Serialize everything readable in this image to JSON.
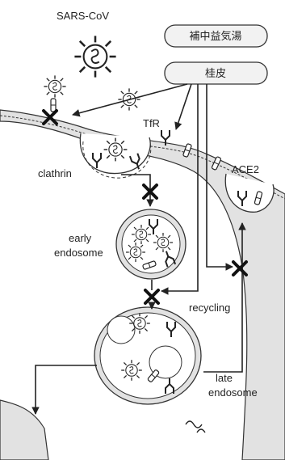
{
  "figure": {
    "labels": {
      "virus": "SARS-CoV",
      "tfr": "TfR",
      "clathrin": "clathrin",
      "ace2": "ACE2",
      "early_endosome": [
        "early",
        "endosome"
      ],
      "recycling": "recycling",
      "late_endosome": [
        "late",
        "endosome"
      ]
    },
    "boxes": {
      "hochuekkito": "補中益気湯",
      "keihi": "桂皮"
    },
    "icons": {
      "inhibition_mark": "cross-x-icon",
      "virus_particle": "virus-icon",
      "receptor": "receptor-icon"
    },
    "colors": {
      "ink": "#222222",
      "membrane_fill": "#e2e2e2",
      "box_fill": "#f2f2f2"
    }
  }
}
